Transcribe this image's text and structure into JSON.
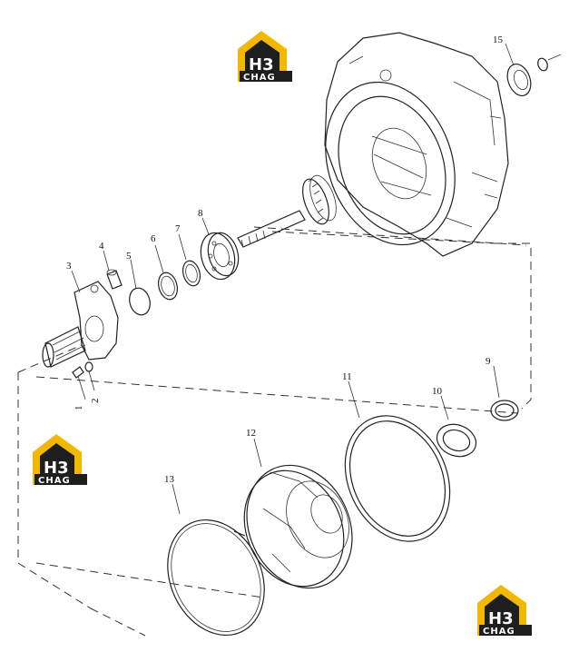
{
  "brand": {
    "mark": "H3",
    "wordmark": "CHAG",
    "colors": {
      "yellow": "#f2b800",
      "dark": "#1e1e1e",
      "white": "#ffffff"
    }
  },
  "callouts": {
    "c1": "1",
    "c2": "2",
    "c3": "3",
    "c4": "4",
    "c5": "5",
    "c6": "6",
    "c7": "7",
    "c8": "8",
    "c9": "9",
    "c10": "10",
    "c11": "11",
    "c12": "12",
    "c13": "13",
    "c15": "15"
  },
  "colors": {
    "line": "#222222",
    "background": "#ffffff"
  }
}
